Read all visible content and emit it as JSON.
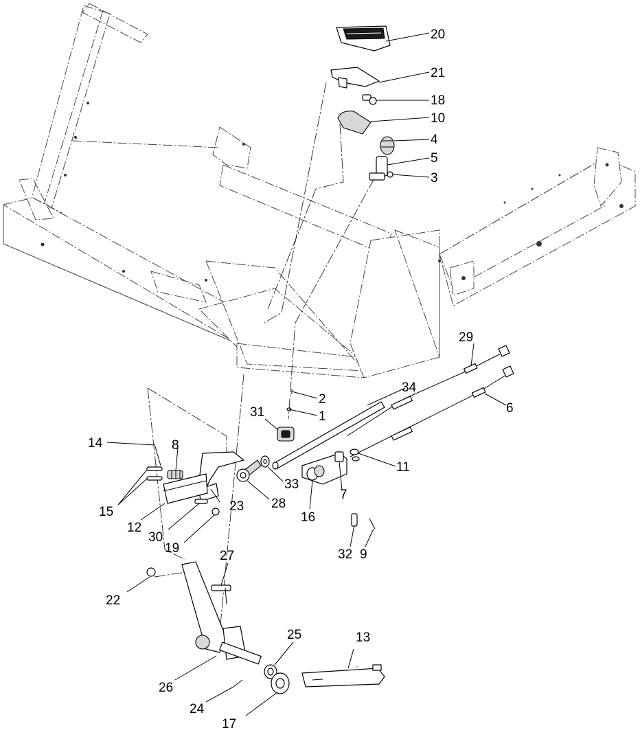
{
  "callouts": [
    {
      "id": "20",
      "label": "20"
    },
    {
      "id": "21",
      "label": "21"
    },
    {
      "id": "18",
      "label": "18"
    },
    {
      "id": "10",
      "label": "10"
    },
    {
      "id": "4",
      "label": "4"
    },
    {
      "id": "5",
      "label": "5"
    },
    {
      "id": "3",
      "label": "3"
    },
    {
      "id": "29",
      "label": "29"
    },
    {
      "id": "34",
      "label": "34"
    },
    {
      "id": "6",
      "label": "6"
    },
    {
      "id": "2",
      "label": "2"
    },
    {
      "id": "1",
      "label": "1"
    },
    {
      "id": "31",
      "label": "31"
    },
    {
      "id": "14",
      "label": "14"
    },
    {
      "id": "8",
      "label": "8"
    },
    {
      "id": "11",
      "label": "11"
    },
    {
      "id": "33",
      "label": "33"
    },
    {
      "id": "7",
      "label": "7"
    },
    {
      "id": "15",
      "label": "15"
    },
    {
      "id": "23",
      "label": "23"
    },
    {
      "id": "28",
      "label": "28"
    },
    {
      "id": "16",
      "label": "16"
    },
    {
      "id": "12",
      "label": "12"
    },
    {
      "id": "30",
      "label": "30"
    },
    {
      "id": "19",
      "label": "19"
    },
    {
      "id": "32",
      "label": "32"
    },
    {
      "id": "9",
      "label": "9"
    },
    {
      "id": "27",
      "label": "27"
    },
    {
      "id": "22",
      "label": "22"
    },
    {
      "id": "25",
      "label": "25"
    },
    {
      "id": "13",
      "label": "13"
    },
    {
      "id": "26",
      "label": "26"
    },
    {
      "id": "24",
      "label": "24"
    },
    {
      "id": "17",
      "label": "17"
    }
  ]
}
